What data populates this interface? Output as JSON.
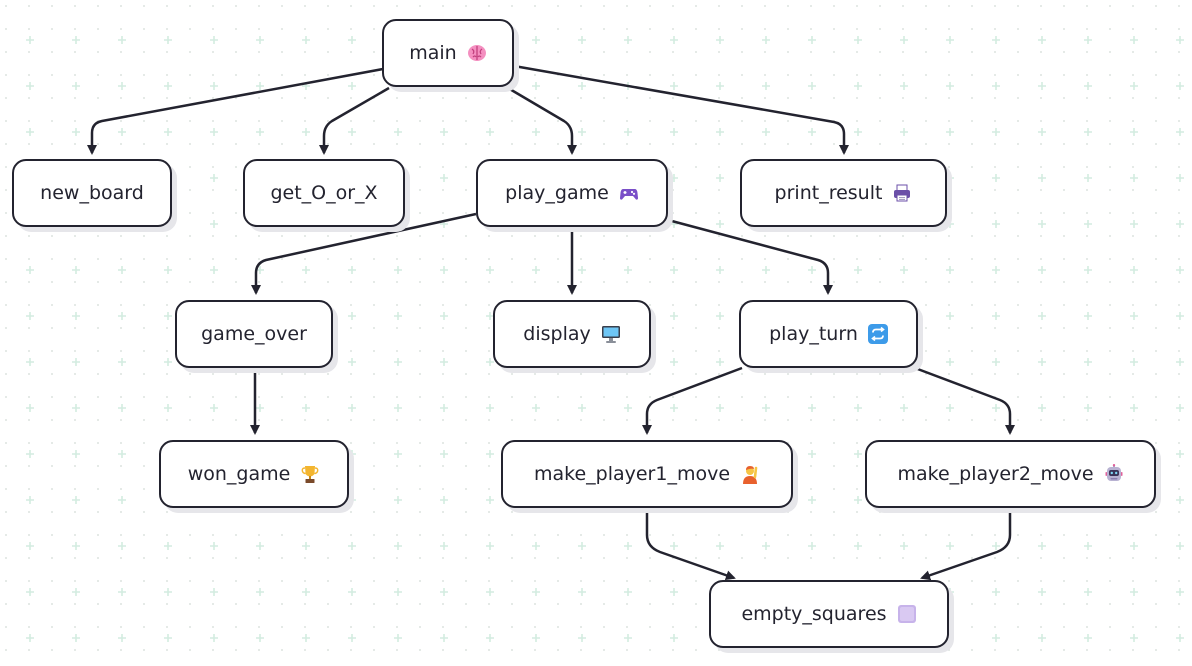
{
  "nodes": {
    "main": {
      "label": "main",
      "icon": "brain-icon"
    },
    "new_board": {
      "label": "new_board",
      "icon": ""
    },
    "get_O_or_X": {
      "label": "get_O_or_X",
      "icon": ""
    },
    "play_game": {
      "label": "play_game",
      "icon": "game-controller-icon"
    },
    "print_result": {
      "label": "print_result",
      "icon": "printer-icon"
    },
    "game_over": {
      "label": "game_over",
      "icon": ""
    },
    "display": {
      "label": "display",
      "icon": "monitor-icon"
    },
    "play_turn": {
      "label": "play_turn",
      "icon": "repeat-arrows-icon"
    },
    "won_game": {
      "label": "won_game",
      "icon": "trophy-icon"
    },
    "make_player1_move": {
      "label": "make_player1_move",
      "icon": "person-raising-hand-icon"
    },
    "make_player2_move": {
      "label": "make_player2_move",
      "icon": "robot-icon"
    },
    "empty_squares": {
      "label": "empty_squares",
      "icon": "purple-square-icon"
    }
  },
  "edges": [
    {
      "from": "main",
      "to": "new_board"
    },
    {
      "from": "main",
      "to": "get_O_or_X"
    },
    {
      "from": "main",
      "to": "play_game"
    },
    {
      "from": "main",
      "to": "print_result"
    },
    {
      "from": "play_game",
      "to": "game_over"
    },
    {
      "from": "play_game",
      "to": "display"
    },
    {
      "from": "play_game",
      "to": "play_turn"
    },
    {
      "from": "game_over",
      "to": "won_game"
    },
    {
      "from": "play_turn",
      "to": "make_player1_move"
    },
    {
      "from": "play_turn",
      "to": "make_player2_move"
    },
    {
      "from": "make_player1_move",
      "to": "empty_squares"
    },
    {
      "from": "make_player2_move",
      "to": "empty_squares"
    }
  ],
  "colors": {
    "stroke": "#23232f",
    "grid_cross": "#d3ece0",
    "grid_dot": "#dde3e0",
    "shadow": "#e6e6ea"
  }
}
